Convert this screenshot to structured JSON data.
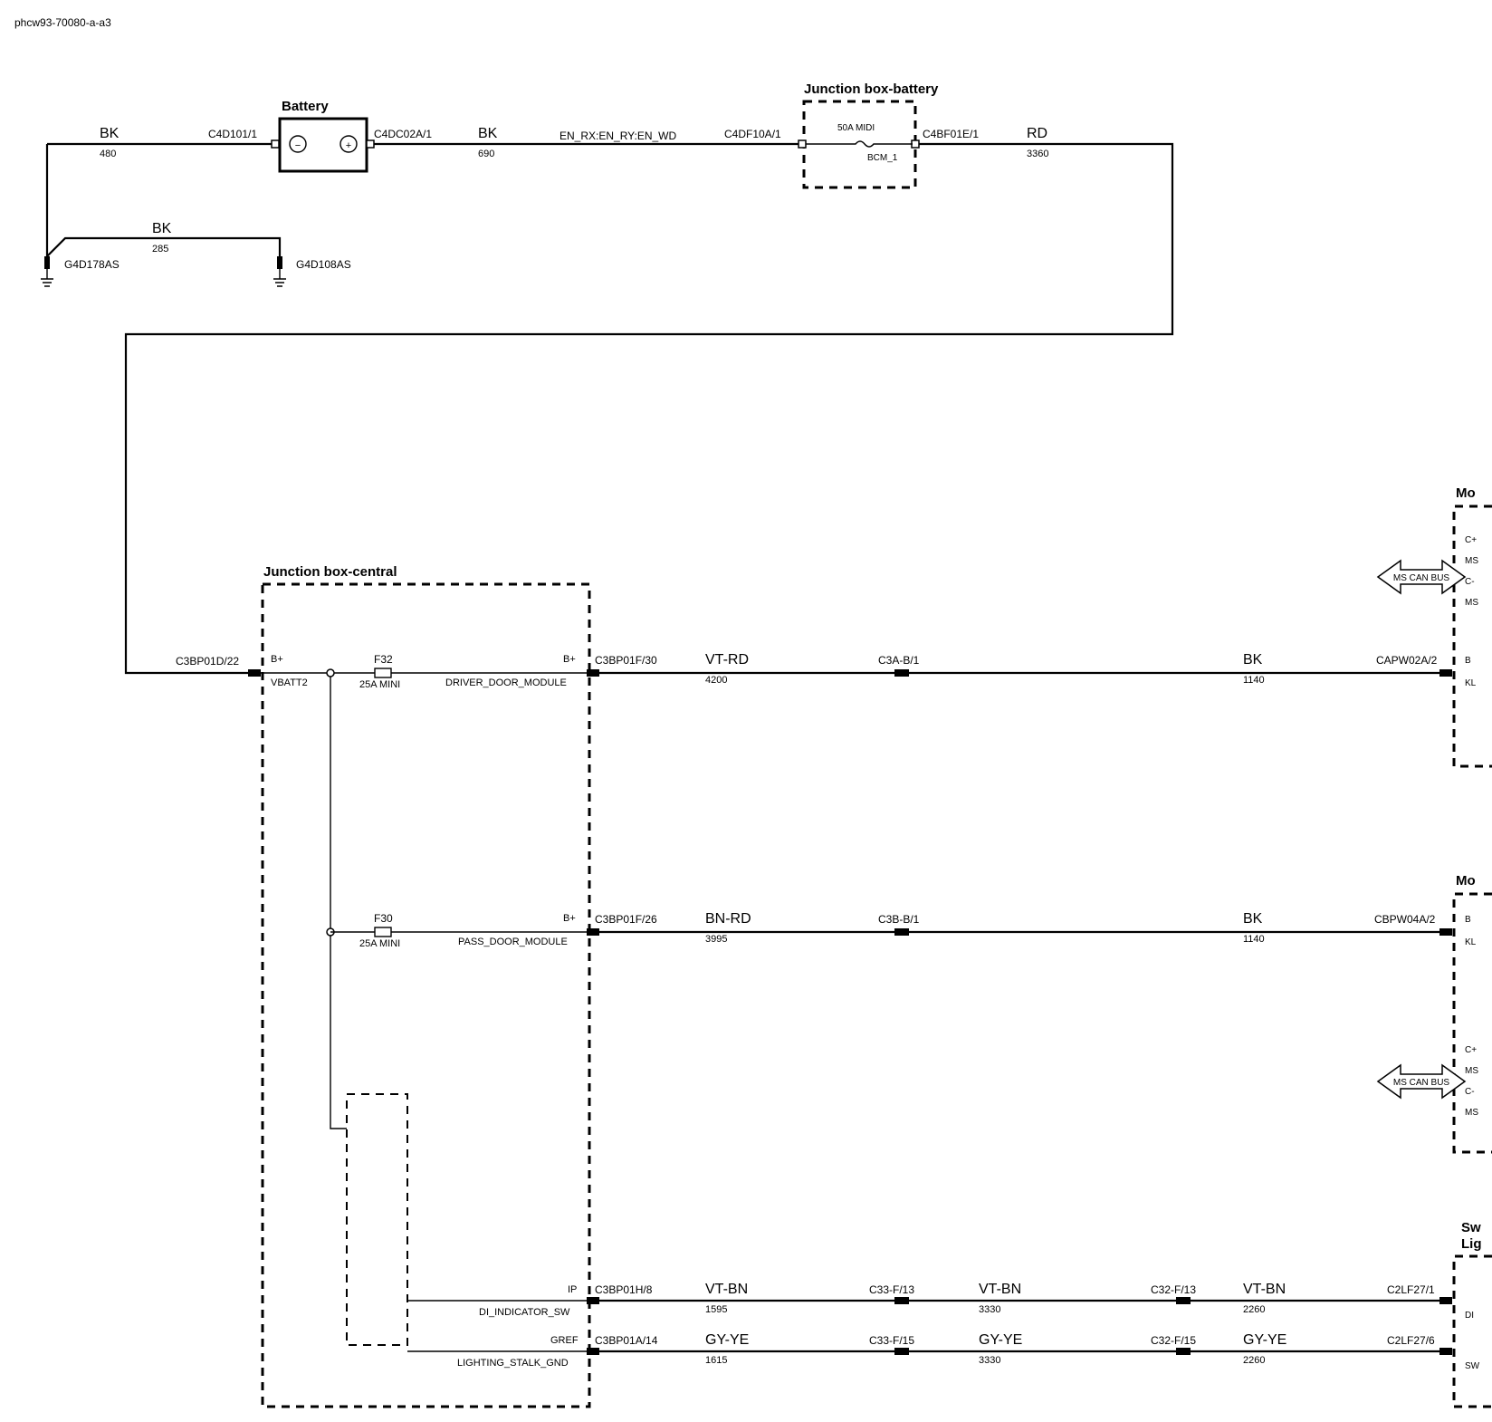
{
  "diagram_id": "phcw93-70080-a-a3",
  "components": {
    "battery": {
      "title": "Battery",
      "neg": "−",
      "pos": "+"
    },
    "junction_box_battery": {
      "title": "Junction box-battery",
      "fuse": "50A MIDI",
      "fuse_name": "BCM_1"
    },
    "junction_box_central": {
      "title": "Junction box-central",
      "input_pin": "B+",
      "input_name": "VBATT2",
      "fuses": [
        {
          "id": "F32",
          "rating": "25A MINI",
          "pin": "B+",
          "output": "DRIVER_DOOR_MODULE"
        },
        {
          "id": "F30",
          "rating": "25A MINI",
          "pin": "B+",
          "output": "PASS_DOOR_MODULE"
        }
      ],
      "outputs_lower": [
        {
          "pin": "IP",
          "name": "DI_INDICATOR_SW"
        },
        {
          "pin": "GREF",
          "name": "LIGHTING_STALK_GND"
        }
      ]
    },
    "module_1": {
      "title": "Mo",
      "pins": [
        "C+",
        "MS",
        "C-",
        "MS",
        "B",
        "KL"
      ],
      "bus": "MS CAN BUS"
    },
    "module_2": {
      "title": "Mo",
      "pins": [
        "B",
        "KL",
        "C+",
        "MS",
        "C-",
        "MS"
      ],
      "bus": "MS CAN BUS"
    },
    "switch": {
      "title_1": "Sw",
      "title_2": "Lig",
      "pins": [
        "DI",
        "SW"
      ]
    },
    "grounds": [
      "G4D178AS",
      "G4D108AS"
    ]
  },
  "wires": {
    "top_left": {
      "color": "BK",
      "number": "480"
    },
    "batt_to_jb": {
      "color": "BK",
      "number": "690",
      "circuit": "EN_RX:EN_RY:EN_WD"
    },
    "jb_out": {
      "color": "RD",
      "number": "3360"
    },
    "ground_link": {
      "color": "BK",
      "number": "285"
    },
    "driver_a": {
      "color": "VT-RD",
      "number": "4200"
    },
    "driver_b": {
      "color": "BK",
      "number": "1140"
    },
    "pass_a": {
      "color": "BN-RD",
      "number": "3995"
    },
    "pass_b": {
      "color": "BK",
      "number": "1140"
    },
    "di_a": {
      "color": "VT-BN",
      "number": "1595"
    },
    "di_b": {
      "color": "VT-BN",
      "number": "3330"
    },
    "di_c": {
      "color": "VT-BN",
      "number": "2260"
    },
    "gnd_a": {
      "color": "GY-YE",
      "number": "1615"
    },
    "gnd_b": {
      "color": "GY-YE",
      "number": "3330"
    },
    "gnd_c": {
      "color": "GY-YE",
      "number": "2260"
    }
  },
  "connectors": {
    "c4d101": "C4D101/1",
    "c4dc02a": "C4DC02A/1",
    "c4df10a": "C4DF10A/1",
    "c4bf01e": "C4BF01E/1",
    "c3bp01d": "C3BP01D/22",
    "c3bp01f_30": "C3BP01F/30",
    "c3a_b": "C3A-B/1",
    "capw02a": "CAPW02A/2",
    "c3bp01f_26": "C3BP01F/26",
    "c3b_b": "C3B-B/1",
    "cbpw04a": "CBPW04A/2",
    "c3bp01h": "C3BP01H/8",
    "c33_f13": "C33-F/13",
    "c32_f13": "C32-F/13",
    "c2lf27_1": "C2LF27/1",
    "c3bp01a": "C3BP01A/14",
    "c33_f15": "C33-F/15",
    "c32_f15": "C32-F/15",
    "c2lf27_6": "C2LF27/6"
  }
}
